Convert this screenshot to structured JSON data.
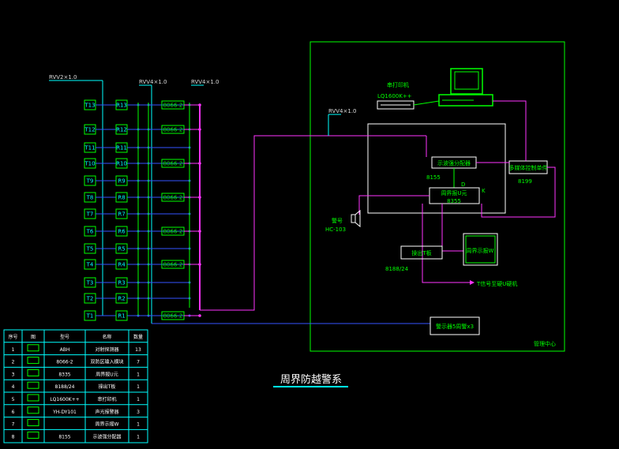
{
  "title": "周界防越警系",
  "cables": {
    "left": "RVV2×1.0",
    "mid": "RVV4×1.0",
    "right": "RVV4×1.0",
    "control": "RVV4×1.0"
  },
  "zones": [
    {
      "t": "T13",
      "r": "R13",
      "box": "8066-2"
    },
    {
      "t": "T12",
      "r": "R12",
      "box": "8066-2"
    },
    {
      "t": "T11",
      "r": "R11",
      "box": ""
    },
    {
      "t": "T10",
      "r": "R10",
      "box": "8066-2"
    },
    {
      "t": "T9",
      "r": "R9",
      "box": ""
    },
    {
      "t": "T8",
      "r": "R8",
      "box": "8066-2"
    },
    {
      "t": "T7",
      "r": "R7",
      "box": ""
    },
    {
      "t": "T6",
      "r": "R6",
      "box": "8066-2"
    },
    {
      "t": "T5",
      "r": "R5",
      "box": ""
    },
    {
      "t": "T4",
      "r": "R4",
      "box": "8066-2"
    },
    {
      "t": "T3",
      "r": "R3",
      "box": ""
    },
    {
      "t": "T2",
      "r": "R2",
      "box": ""
    },
    {
      "t": "T1",
      "r": "R1",
      "box": "8066-2"
    }
  ],
  "center": {
    "label": "管理中心",
    "printer_name": "串打印机",
    "printer_model": "LQ1600K++",
    "splitter_name": "示波强分配器",
    "splitter_code": "8155",
    "alarm_unit": "周界报U元",
    "alarm_code": "8355",
    "multi_ctrl": "多媒体控制单件",
    "multi_ctrl_code": "8199",
    "keyboard": "操出T板",
    "keyboard_code": "8188/24",
    "monitor": "周界示报W",
    "sound_label": "警号",
    "sound_code": "HC-103",
    "letter_d": "D",
    "letter_k": "K",
    "signal_note": "T信号至硬U硬机",
    "lamp_box": "警示器5周警x3"
  },
  "legend": {
    "headers": [
      "序号",
      "图",
      "型号",
      "名称",
      "数量"
    ],
    "rows": [
      {
        "no": "1",
        "model": "ABH",
        "name": "对射探测器",
        "qty": "13"
      },
      {
        "no": "2",
        "model": "8066-2",
        "name": "双防区输入模块",
        "qty": "7"
      },
      {
        "no": "3",
        "model": "8335",
        "name": "周界报U元",
        "qty": "1"
      },
      {
        "no": "4",
        "model": "8188/24",
        "name": "操出T板",
        "qty": "1"
      },
      {
        "no": "5",
        "model": "LQ1600K++",
        "name": "串打印机",
        "qty": "1"
      },
      {
        "no": "6",
        "model": "YH-DY101",
        "name": "声光报警器",
        "qty": "3"
      },
      {
        "no": "7",
        "model": "",
        "name": "周界示报W",
        "qty": "1"
      },
      {
        "no": "8",
        "model": "8155",
        "name": "示波强分配器",
        "qty": "1"
      }
    ]
  }
}
